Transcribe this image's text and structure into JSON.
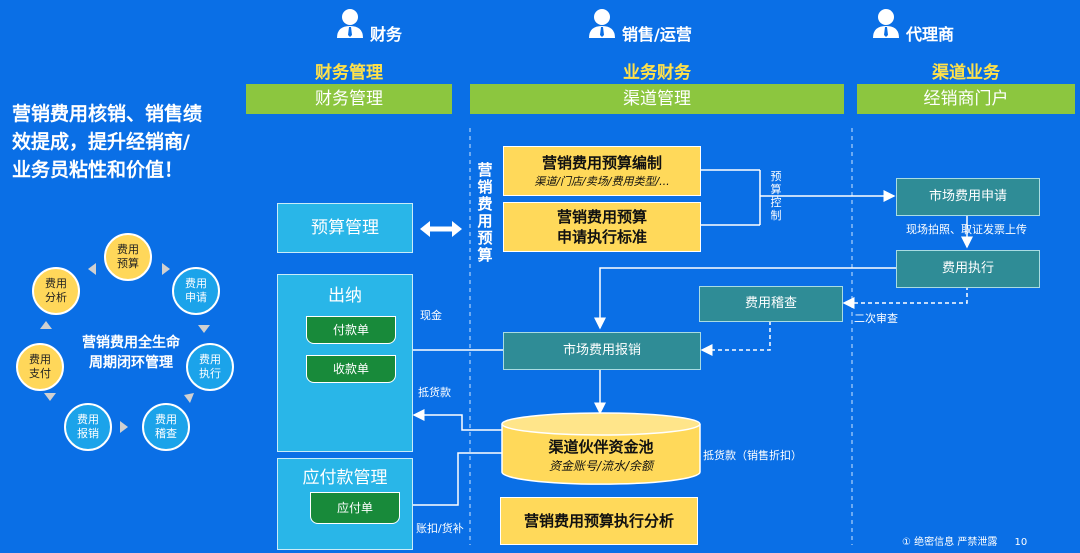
{
  "roles": [
    {
      "label": "财务",
      "title": "财务管理",
      "bar": "财务管理"
    },
    {
      "label": "销售/运营",
      "title": "业务财务",
      "bar": "渠道管理"
    },
    {
      "label": "代理商",
      "title": "渠道业务",
      "bar": "经销商门户"
    }
  ],
  "slogan": [
    "营销费用核销、销售绩",
    "效提成，提升经销商/",
    "业务员粘性和价值！"
  ],
  "lifecycle": {
    "center": [
      "营销费用全生命",
      "周期闭环管理"
    ],
    "nodes": [
      {
        "l1": "费用",
        "l2": "预算"
      },
      {
        "l1": "费用",
        "l2": "申请"
      },
      {
        "l1": "费用",
        "l2": "执行"
      },
      {
        "l1": "费用",
        "l2": "稽查"
      },
      {
        "l1": "费用",
        "l2": "报销"
      },
      {
        "l1": "费用",
        "l2": "支付"
      },
      {
        "l1": "费用",
        "l2": "分析"
      }
    ]
  },
  "finance": {
    "budget_mgmt": "预算管理",
    "cashier": "出纳",
    "payment_doc": "付款单",
    "receipt_doc": "收款单",
    "payable_mgmt": "应付款管理",
    "payable_doc": "应付单"
  },
  "channel": {
    "vertical_label": [
      "营",
      "销",
      "费",
      "用",
      "预",
      "算"
    ],
    "budget_compile": "营销费用预算编制",
    "budget_compile_sub": "渠道/门店/卖场/费用类型/...",
    "budget_standard_1": "营销费用预算",
    "budget_standard_2": "申请执行标准",
    "reimburse": "市场费用报销",
    "audit": "费用稽查",
    "fund_pool": "渠道伙伴资金池",
    "fund_pool_sub": "资金账号/流水/余额",
    "analysis": "营销费用预算执行分析"
  },
  "dealer": {
    "apply": "市场费用申请",
    "execute": "费用执行"
  },
  "labels": {
    "budget_control": [
      "预",
      "算",
      "控",
      "制"
    ],
    "photo_upload": "现场拍照、取证发票上传",
    "second_review": "二次审查",
    "cash": "现金",
    "deduct_goods": "抵货款",
    "deduct_goods_rebate": "抵货款（销售折扣）",
    "deduct_replenish": "账扣/货补"
  },
  "footer": {
    "confidential": "① 绝密信息 严禁泄露",
    "page": "10"
  }
}
